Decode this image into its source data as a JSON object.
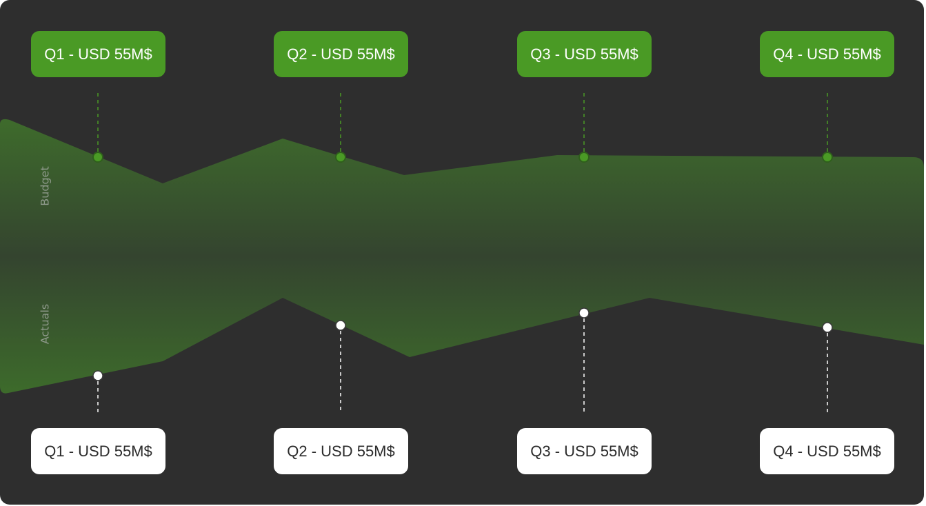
{
  "chart_data": {
    "type": "area",
    "row_labels": {
      "budget": "Budget",
      "actuals": "Actuals"
    },
    "categories": [
      "Q1",
      "Q2",
      "Q3",
      "Q4"
    ],
    "series": [
      {
        "name": "Budget",
        "callouts": [
          "Q1 - USD 55M$",
          "Q2 - USD 55M$",
          "Q3 - USD 55M$",
          "Q4 - USD 55M$"
        ]
      },
      {
        "name": "Actuals",
        "callouts": [
          "Q1 - USD 55M$",
          "Q2 - USD 55M$",
          "Q3 - USD 55M$",
          "Q4 - USD 55M$"
        ]
      }
    ],
    "colors": {
      "background": "#2e2e2e",
      "budget_accent": "#4a9a25",
      "band": "#3c6b2a",
      "actual_marker": "#ffffff"
    }
  }
}
